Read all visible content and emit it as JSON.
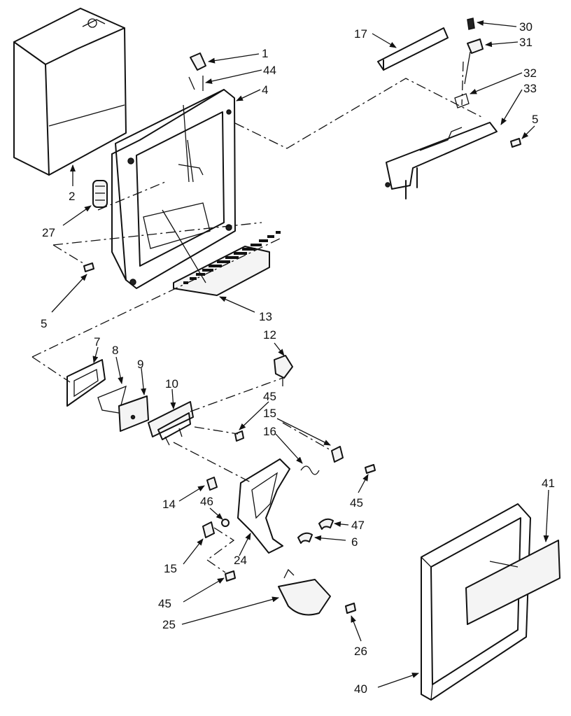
{
  "diagram": {
    "callouts": {
      "c1": "1",
      "c2": "2",
      "c4": "4",
      "c5_right": "5",
      "c5_left": "5",
      "c6": "6",
      "c7": "7",
      "c8": "8",
      "c9": "9",
      "c10": "10",
      "c12": "12",
      "c13": "13",
      "c14": "14",
      "c15_upper": "15",
      "c15_lower": "15",
      "c16": "16",
      "c17": "17",
      "c24": "24",
      "c25": "25",
      "c26": "26",
      "c27": "27",
      "c30": "30",
      "c31": "31",
      "c32": "32",
      "c33": "33",
      "c40": "40",
      "c41": "41",
      "c44": "44",
      "c45_upper": "45",
      "c45_right": "45",
      "c45_lower": "45",
      "c46": "46",
      "c47": "47"
    }
  }
}
